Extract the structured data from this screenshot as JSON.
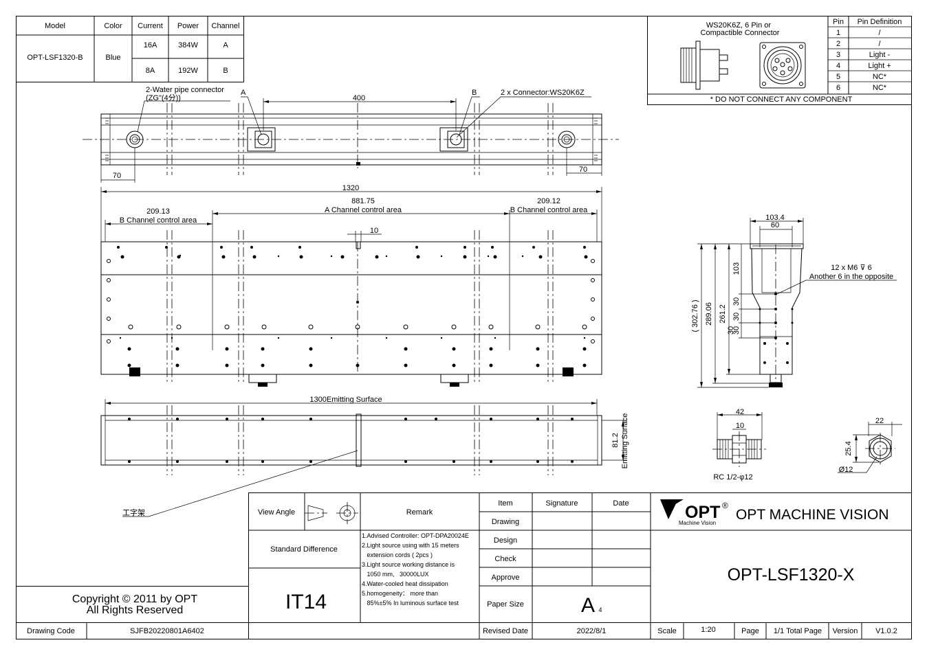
{
  "spec_table": {
    "headers": [
      "Model",
      "Color",
      "Current",
      "Power",
      "Channel"
    ],
    "model": "OPT-LSF1320-B",
    "color": "Blue",
    "rows": [
      {
        "current": "16A",
        "power": "384W",
        "channel": "A"
      },
      {
        "current": "8A",
        "power": "192W",
        "channel": "B"
      }
    ]
  },
  "connector_box": {
    "title_line1": "WS20K6Z,  6 Pin or",
    "title_line2": "Compactible Connector",
    "footnote": "* DO NOT CONNECT ANY COMPONENT",
    "pin_header": "Pin",
    "def_header": "Pin Definition",
    "pins": [
      {
        "pin": "1",
        "def": "/"
      },
      {
        "pin": "2",
        "def": "/"
      },
      {
        "pin": "3",
        "def": "Light -"
      },
      {
        "pin": "4",
        "def": "Light +"
      },
      {
        "pin": "5",
        "def": "NC*"
      },
      {
        "pin": "6",
        "def": "NC*"
      }
    ]
  },
  "annotations": {
    "water_pipe_1": "2-Water pipe connector",
    "water_pipe_2": "(ZG\"(4分))",
    "label_a": "A",
    "label_b": "B",
    "dim_400": "400",
    "connector": "2 x Connector:WS20K6Z",
    "dim_70_left": "70",
    "dim_70_right": "70",
    "dim_1320": "1320",
    "dim_209_13": "209.13",
    "b_area_left": "B Channel control area",
    "dim_881_75": "881.75",
    "a_area": "A Channel control area",
    "dim_209_12": "209.12",
    "b_area_right": "B Channel control area",
    "dim_10": "10",
    "emitting": "1300Emitting Surface",
    "dim_81_2": "81.2",
    "emitting_surface": "Emitting Surface",
    "frame": "工字架"
  },
  "side_view": {
    "dim_103_4": "103.4",
    "dim_60": "60",
    "m6_line1": "12 x M6 ⊽ 6",
    "m6_line2": "Another 6 in the opposite",
    "dim_302_76": "( 302.76 )",
    "dim_289_06": "289.06",
    "dim_261_2": "261.2",
    "dim_103": "103",
    "dim_30a": "30",
    "dim_30b": "30",
    "dim_30c": "30",
    "dim_30d": "30"
  },
  "fitting": {
    "dim_42": "42",
    "dim_10": "10",
    "label": "RC 1/2-φ12",
    "dim_22": "22",
    "dim_25_4": "25.4",
    "dim_d12": "Ø12"
  },
  "title_block": {
    "view_angle": "View Angle",
    "remark": "Remark",
    "standard_difference": "Standard Difference",
    "remarks": [
      "1.Advised Controller:  OPT-DPA20024E",
      "2.Light source using with 15  meters",
      "   extension cords ( 2pcs )",
      "3.Light source working distance is",
      "   1050 mm,   30000LUX",
      "4.Water-cooled heat dissipation",
      "5.homogeneity：  more than",
      "   85%±5% In luminous surface test"
    ],
    "tolerance": "IT14",
    "item": "Item",
    "signature": "Signature",
    "date": "Date",
    "drawing": "Drawing",
    "design": "Design",
    "check": "Check",
    "approve": "Approve",
    "paper_size": "Paper Size",
    "paper_value": "A",
    "paper_sub": "4",
    "revised_date": "Revised Date",
    "revised_value": "2022/8/1",
    "scale": "Scale",
    "scale_value": "1:20",
    "page": "Page",
    "page_value": "1/1 Total Page",
    "version": "Version",
    "version_value": "V1.0.2",
    "logo_text": "OPT",
    "logo_reg": "®",
    "logo_sub": "Machine Vision",
    "company": "OPT MACHINE VISION",
    "drawing_title": "OPT-LSF1320-X",
    "copyright_1": "Copyright © 2011 by OPT",
    "copyright_2": "All Rights Reserved",
    "drawing_code": "Drawing Code",
    "drawing_code_value": "SJFB20220801A6402"
  }
}
